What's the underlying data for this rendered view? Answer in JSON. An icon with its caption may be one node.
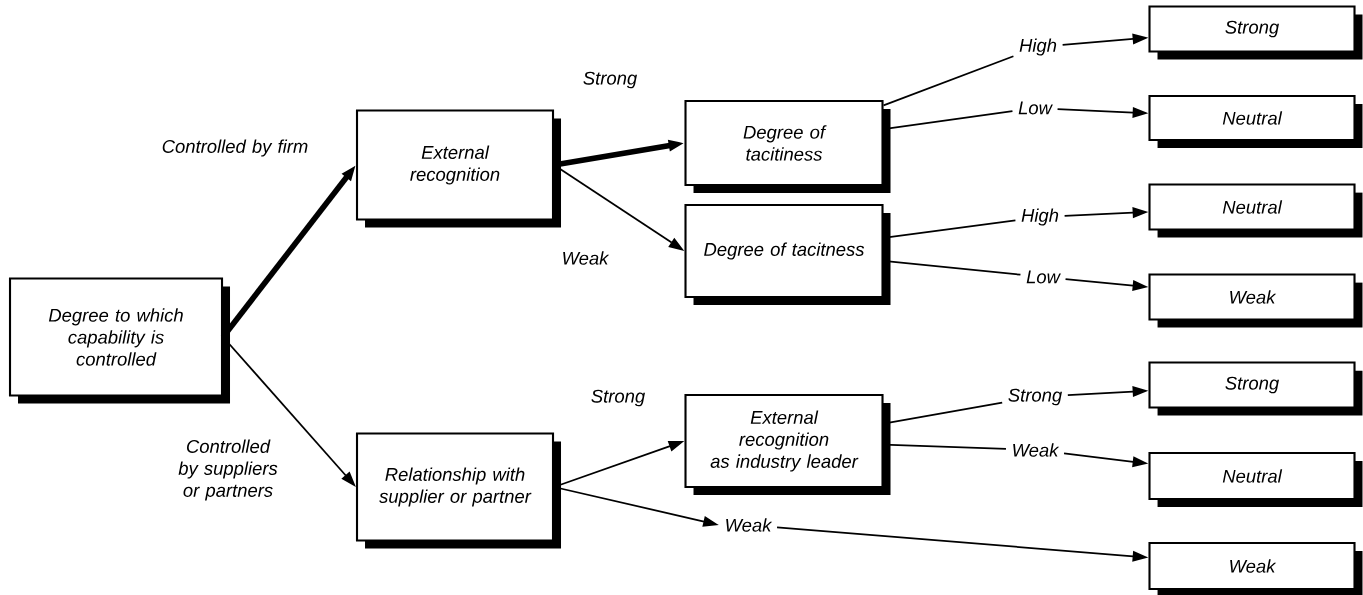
{
  "diagram": {
    "nodes": [
      {
        "text": [
          "Degree to which capability is controlled"
        ]
      },
      {
        "text": [
          "External recognition"
        ]
      },
      {
        "text": [
          "Relationship with supplier or partner"
        ]
      },
      {
        "text": [
          "Degree of tacitiness"
        ]
      },
      {
        "text": [
          "Degree of tacitness"
        ]
      },
      {
        "text": [
          "External recognition as industry leader"
        ]
      },
      {
        "text": [
          "High"
        ]
      },
      {
        "text": [
          "Strong"
        ]
      },
      {
        "text": [
          "Low"
        ]
      },
      {
        "text": [
          "Neutral"
        ]
      },
      {
        "text": [
          "High"
        ]
      },
      {
        "text": [
          "Neutral"
        ]
      },
      {
        "text": [
          "Low"
        ]
      },
      {
        "text": [
          "Weak"
        ]
      },
      {
        "text": [
          "Strong"
        ]
      },
      {
        "text": [
          "Strong"
        ]
      },
      {
        "text": [
          "Weak"
        ]
      },
      {
        "text": [
          "Neutral"
        ]
      },
      {
        "text": [
          "Weak"
        ]
      },
      {
        "text": [
          "Weak"
        ]
      }
    ],
    "edges": [
      {
        "from": 0,
        "to": 1,
        "arrow": "to",
        "label": "Controlled by firm",
        "style": "thick"
      },
      {
        "from": 0,
        "to": 2,
        "arrow": "to",
        "label": "Controlled by suppliers or partners"
      },
      {
        "from": 1,
        "to": 3,
        "arrow": "to",
        "label": "Strong",
        "style": "thick"
      },
      {
        "from": 1,
        "to": 4,
        "arrow": "to",
        "label": "Weak"
      },
      {
        "from": 2,
        "to": 5,
        "arrow": "to",
        "label": "Strong"
      },
      {
        "from": 2,
        "to": 18,
        "arrow": "to"
      },
      {
        "from": 3,
        "to": 6,
        "arrow": "none"
      },
      {
        "from": 6,
        "to": 7,
        "arrow": "to"
      },
      {
        "from": 3,
        "to": 8,
        "arrow": "none"
      },
      {
        "from": 8,
        "to": 9,
        "arrow": "to"
      },
      {
        "from": 4,
        "to": 10,
        "arrow": "none"
      },
      {
        "from": 10,
        "to": 11,
        "arrow": "to"
      },
      {
        "from": 4,
        "to": 12,
        "arrow": "none"
      },
      {
        "from": 12,
        "to": 13,
        "arrow": "to"
      },
      {
        "from": 5,
        "to": 14,
        "arrow": "none"
      },
      {
        "from": 14,
        "to": 15,
        "arrow": "to"
      },
      {
        "from": 5,
        "to": 16,
        "arrow": "none"
      },
      {
        "from": 16,
        "to": 17,
        "arrow": "to"
      },
      {
        "from": 18,
        "to": 19,
        "arrow": "to"
      }
    ]
  }
}
